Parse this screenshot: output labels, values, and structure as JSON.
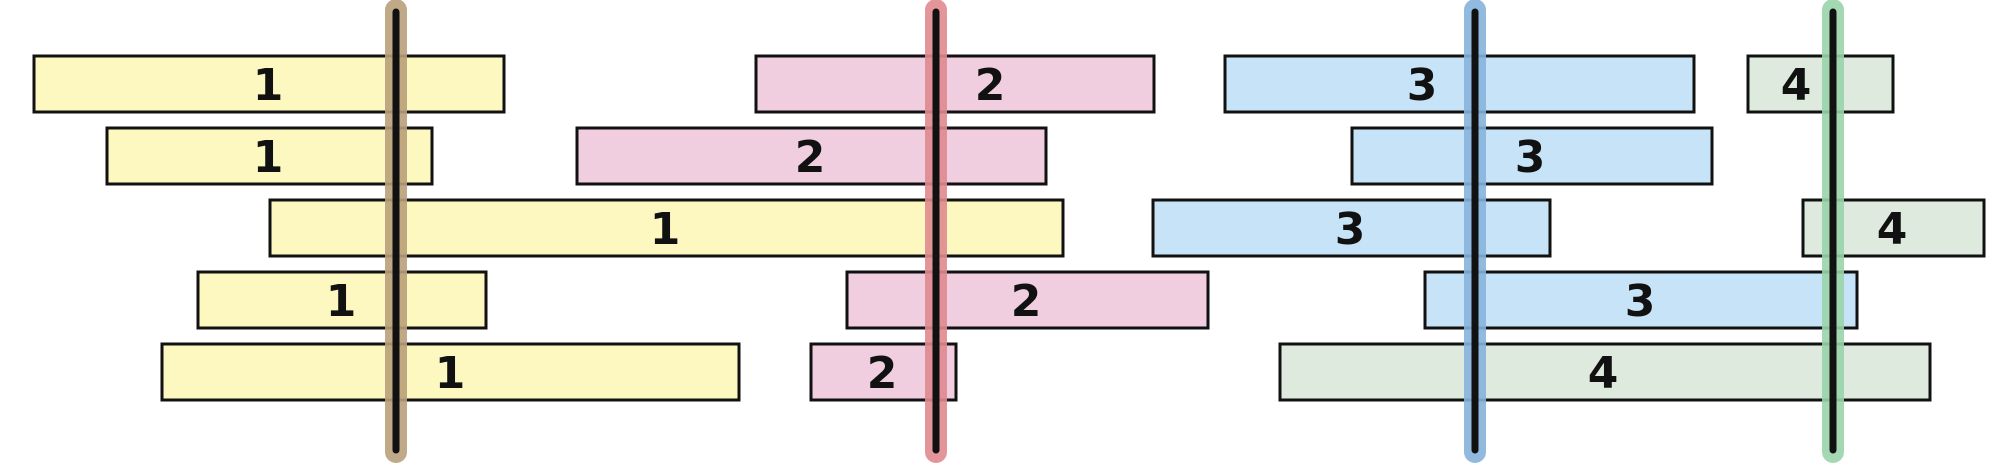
{
  "colors": {
    "background": "#ffffff",
    "outline": "#111111",
    "group_1_fill": "#fdf7c0",
    "group_1_line": "#b9a07a",
    "group_2_fill": "#f1cde0",
    "group_2_line": "#e08a8f",
    "group_3_fill": "#c6e3f7",
    "group_3_line": "#86b3db",
    "group_4_fill": "#dfeadf",
    "group_4_line": "#99d4aa"
  },
  "diagram": {
    "description_free": true,
    "groups": [
      {
        "id": "1",
        "line_color": "#b9a07a"
      },
      {
        "id": "2",
        "line_color": "#e08a8f"
      },
      {
        "id": "3",
        "line_color": "#86b3db"
      },
      {
        "id": "4",
        "line_color": "#99d4aa"
      }
    ],
    "bars": [
      {
        "label": "1",
        "group": "1",
        "fill": "#fdf7c0"
      },
      {
        "label": "2",
        "group": "2",
        "fill": "#f1cde0"
      },
      {
        "label": "3",
        "group": "3",
        "fill": "#c6e3f7"
      },
      {
        "label": "4",
        "group": "4",
        "fill": "#dfeadf"
      },
      {
        "label": "1",
        "group": "1",
        "fill": "#fdf7c0"
      },
      {
        "label": "2",
        "group": "2",
        "fill": "#f1cde0"
      },
      {
        "label": "3",
        "group": "3",
        "fill": "#c6e3f7"
      },
      {
        "label": "1",
        "group": "1",
        "fill": "#fdf7c0"
      },
      {
        "label": "3",
        "group": "3",
        "fill": "#c6e3f7"
      },
      {
        "label": "4",
        "group": "4",
        "fill": "#dfeadf"
      },
      {
        "label": "1",
        "group": "1",
        "fill": "#fdf7c0"
      },
      {
        "label": "2",
        "group": "2",
        "fill": "#f1cde0"
      },
      {
        "label": "3",
        "group": "3",
        "fill": "#c6e3f7"
      },
      {
        "label": "1",
        "group": "1",
        "fill": "#fdf7c0"
      },
      {
        "label": "2",
        "group": "2",
        "fill": "#f1cde0"
      },
      {
        "label": "4",
        "group": "4",
        "fill": "#dfeadf"
      }
    ]
  }
}
